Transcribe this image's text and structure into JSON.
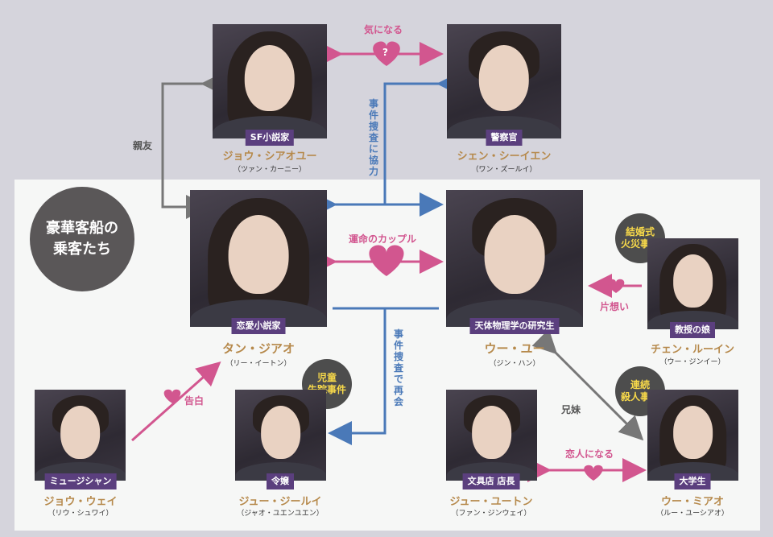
{
  "colors": {
    "pink": "#d2568f",
    "gray": "#777777",
    "blue": "#4a79b8",
    "role_bg": "#5b3f7e",
    "name": "#b6894b",
    "event_text": "#f6d84a"
  },
  "group_label": "豪華客船の\n乗客たち",
  "characters": {
    "zhou_xiaoyu": {
      "role": "SF小説家",
      "name": "ジョウ・シアオユー",
      "actor": "（ツァン・カーニー）"
    },
    "shen_xiyan": {
      "role": "警察官",
      "name": "シェン・シーイエン",
      "actor": "（ワン・ズールイ）"
    },
    "tang_jiao": {
      "role": "恋愛小説家",
      "name": "タン・ジアオ",
      "actor": "（リー・イートン）"
    },
    "wu_yu": {
      "role": "天体物理学の研究生",
      "name": "ウー・ユー",
      "actor": "（ジン・ハン）"
    },
    "chen_luyin": {
      "role": "教授の娘",
      "name": "チェン・ルーイン",
      "actor": "（ウー・ジンイー）"
    },
    "zhou_wei": {
      "role": "ミュージシャン",
      "name": "ジョウ・ウェイ",
      "actor": "（リウ・シュワイ）"
    },
    "ju_jurui": {
      "role": "令嬢",
      "name": "ジュー・ジールイ",
      "actor": "（ジャオ・ユエンユエン）"
    },
    "ju_yutong": {
      "role": "文具店 店長",
      "name": "ジュー・ユートン",
      "actor": "（ファン・ジンウェイ）"
    },
    "wu_miao": {
      "role": "大学生",
      "name": "ウー・ミアオ",
      "actor": "（ルー・ユーシアオ）"
    }
  },
  "relations": {
    "curious": "気になる",
    "curious_mark": "?",
    "best_friend": "親友",
    "investigate_coop": "事件捜査に協力",
    "destined_couple": "運命のカップル",
    "unrequited": "片想い",
    "confession": "告白",
    "reunite": "事件捜査で再会",
    "siblings": "兄妹",
    "lovers": "恋人になる"
  },
  "events": {
    "wedding_fire": "結婚式\n火災事件",
    "child_missing": "児童\n失踪事件",
    "serial_murder": "連続\n殺人事件"
  }
}
